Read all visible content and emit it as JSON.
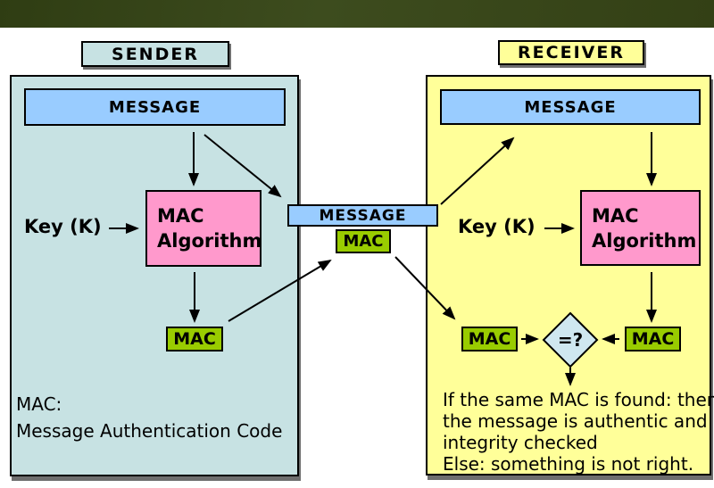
{
  "sender": {
    "title": "SENDER",
    "message": "MESSAGE",
    "key": "Key (K)",
    "algorithm": {
      "line1": "MAC",
      "line2": "Algorithm"
    },
    "mac": "MAC",
    "footnote": {
      "line1": "MAC:",
      "line2": "Message Authentication Code"
    }
  },
  "transmission": {
    "message": "MESSAGE",
    "mac": "MAC"
  },
  "receiver": {
    "title": "RECEIVER",
    "message": "MESSAGE",
    "key": "Key (K)",
    "algorithm": {
      "line1": "MAC",
      "line2": "Algorithm"
    },
    "received_mac": "MAC",
    "computed_mac": "MAC",
    "comparison": "=?",
    "result": {
      "line1": "If the same MAC is found: then",
      "line2": "the message is authentic and",
      "line3": "integrity checked",
      "line4": "Else: something is not right."
    }
  },
  "colors": {
    "top_bar": "#36451a",
    "sender_panel": "#c7e2e3",
    "receiver_panel": "#ffff99",
    "message_box": "#99ccff",
    "algorithm_box": "#ff99cc",
    "mac_box": "#99cc00",
    "comparison_diamond": "#cfe7f0"
  }
}
